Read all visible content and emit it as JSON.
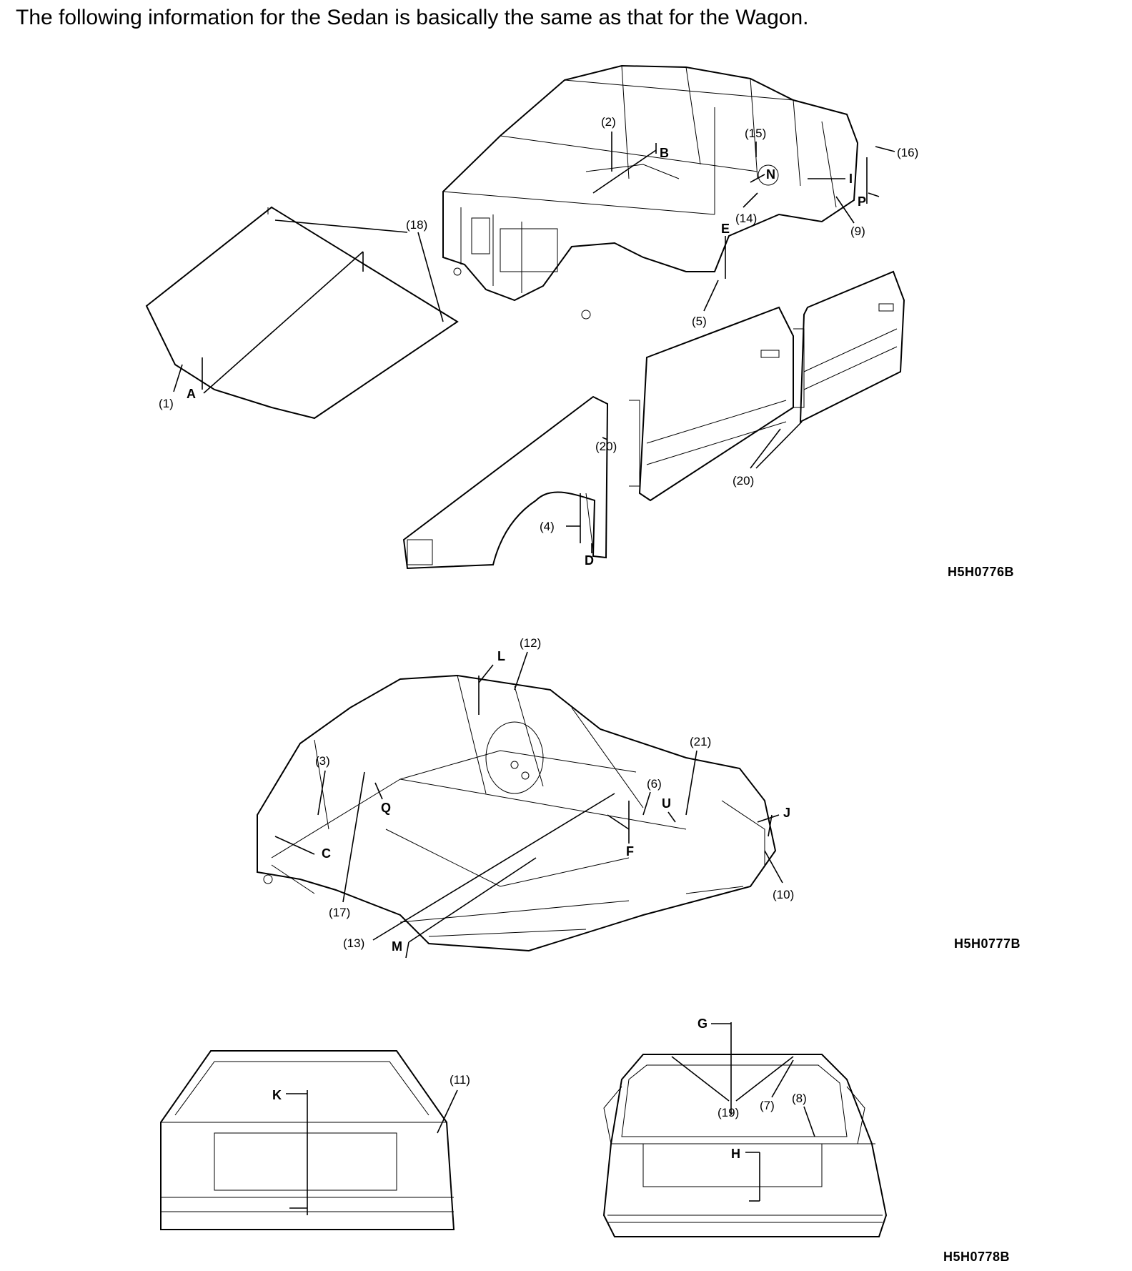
{
  "intro_text": "The following information for the Sedan is basically the same as that for the Wagon.",
  "figure_codes": {
    "top": "H5H0776B",
    "middle": "H5H0777B",
    "bottom": "H5H0778B"
  },
  "callouts": {
    "c1": "(1)",
    "c2": "(2)",
    "c3": "(3)",
    "c4": "(4)",
    "c5": "(5)",
    "c6": "(6)",
    "c7": "(7)",
    "c8": "(8)",
    "c9": "(9)",
    "c10": "(10)",
    "c11": "(11)",
    "c12": "(12)",
    "c13": "(13)",
    "c14": "(14)",
    "c15": "(15)",
    "c16": "(16)",
    "c17": "(17)",
    "c18": "(18)",
    "c19": "(19)",
    "c20": "(20)",
    "c21": "(21)"
  },
  "section_letters": {
    "A": "A",
    "B": "B",
    "C": "C",
    "D": "D",
    "E": "E",
    "F": "F",
    "G": "G",
    "H": "H",
    "I": "I",
    "J": "J",
    "K": "K",
    "L": "L",
    "M": "M",
    "N": "N",
    "P": "P",
    "Q": "Q",
    "U": "U"
  }
}
